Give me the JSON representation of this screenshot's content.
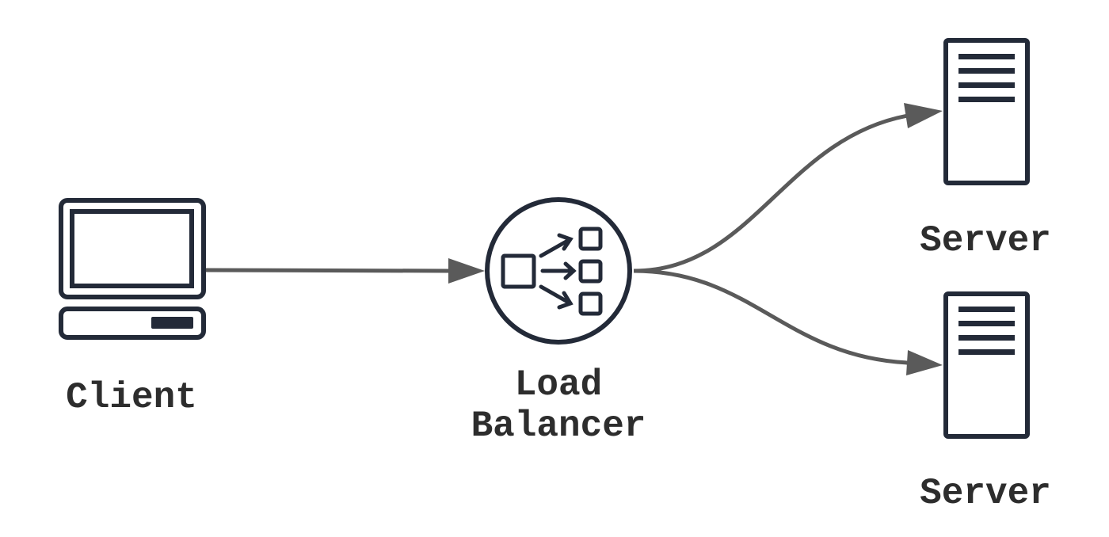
{
  "diagram": {
    "nodes": {
      "client": {
        "label": "Client",
        "icon": "laptop-icon"
      },
      "load_balancer": {
        "label_line1": "Load",
        "label_line2": "Balancer",
        "icon": "load-balancer-icon"
      },
      "server_top": {
        "label": "Server",
        "icon": "server-icon"
      },
      "server_bottom": {
        "label": "Server",
        "icon": "server-icon"
      }
    },
    "edges": [
      {
        "from": "client",
        "to": "load_balancer"
      },
      {
        "from": "load_balancer",
        "to": "server_top"
      },
      {
        "from": "load_balancer",
        "to": "server_bottom"
      }
    ],
    "colors": {
      "icon": "#232a38",
      "connector": "#5a5a5a",
      "text": "#2d2d2d",
      "background": "#ffffff"
    }
  }
}
